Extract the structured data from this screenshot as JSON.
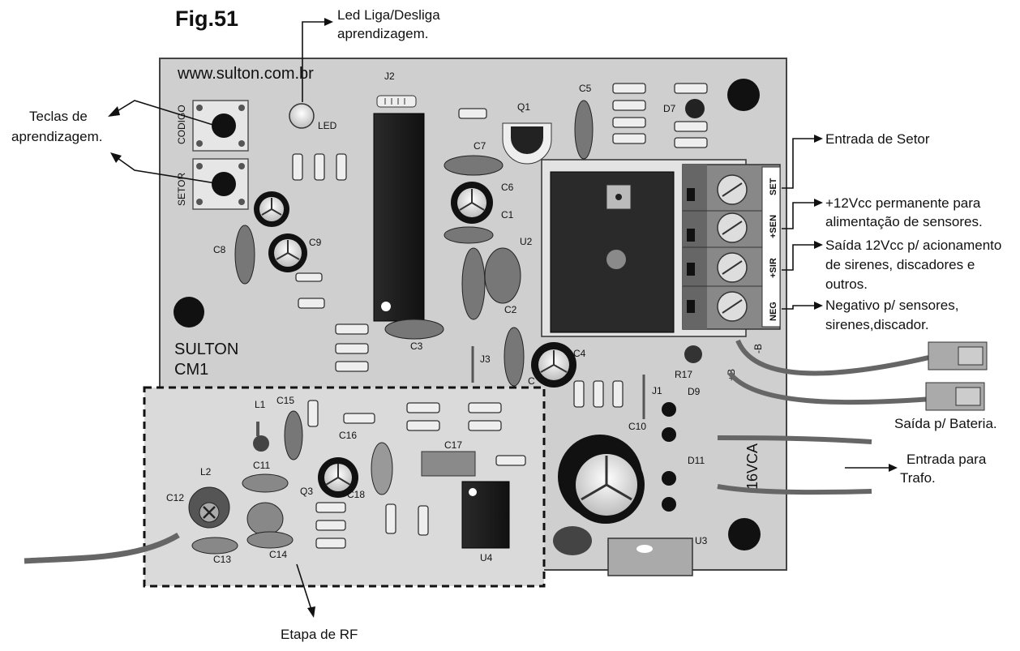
{
  "figure": {
    "number": "Fig.51",
    "website": "www.sulton.com.br",
    "brand": "SULTON",
    "model": "CM1",
    "rf_stage": "Etapa de RF",
    "transformer_voltage": "16VCA"
  },
  "annotations": {
    "led": [
      "Led Liga/Desliga",
      "aprendizagem."
    ],
    "keys": [
      "Teclas de",
      "aprendizagem."
    ],
    "sector_input": "Entrada de Setor",
    "sensor_power": [
      "+12Vcc permanente para",
      "alimentação de sensores."
    ],
    "siren_output": [
      "Saída 12Vcc p/ acionamento",
      "de sirenes, discadores e",
      "outros."
    ],
    "negative": [
      "Negativo p/ sensores,",
      "sirenes,discador."
    ],
    "battery_out": "Saída p/ Bateria.",
    "trafo_in": [
      "Entrada para",
      "Trafo."
    ]
  },
  "terminals": [
    "SET",
    "+SEN",
    "+SIR",
    "NEG"
  ],
  "buttons": [
    "CODIGO",
    "SETOR"
  ],
  "silkscreen": {
    "led": "LED",
    "j2": "J2",
    "q1": "Q1",
    "c5": "C5",
    "d7": "D7",
    "c7": "C7",
    "c6": "C6",
    "c1": "C1",
    "u2": "U2",
    "c2": "C2",
    "c8": "C8",
    "c9": "C9",
    "c3": "C3",
    "j3": "J3",
    "c4": "C4",
    "c_cut": "C",
    "r17": "R17",
    "d9": "D9",
    "j1": "J1",
    "c10": "C10",
    "d11": "D11",
    "u3": "U3",
    "l1": "L1",
    "c15": "C15",
    "c16": "C16",
    "c17": "C17",
    "c11": "C11",
    "l2": "L2",
    "c12": "C12",
    "q3": "Q3",
    "c18": "C18",
    "c13": "C13",
    "c14": "C14",
    "u4": "U4",
    "bat_neg": "-B",
    "bat_pos": "+B"
  }
}
